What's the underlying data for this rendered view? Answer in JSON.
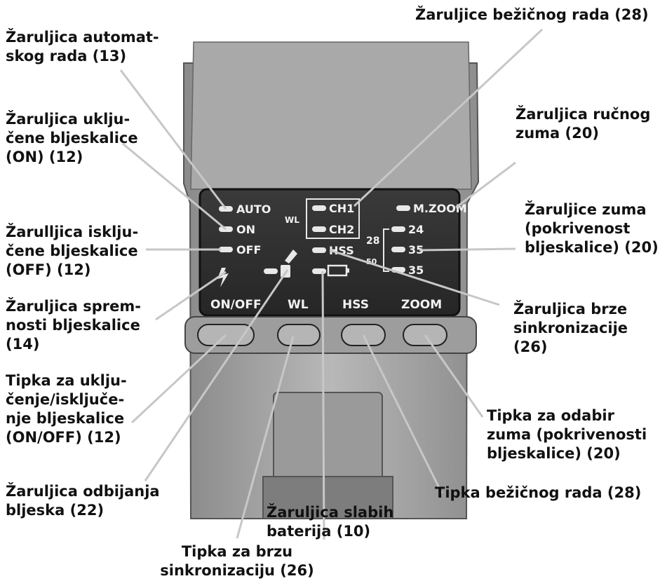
{
  "panel": {
    "indicators": {
      "auto": "AUTO",
      "on": "ON",
      "off": "OFF",
      "wl": "WL",
      "ch1": "CH1",
      "ch2": "CH2",
      "hss": "HSS",
      "mzoom": "M.ZOOM",
      "z24": "24",
      "z35a": "35",
      "z35b": "35",
      "z28": "28",
      "z50": "50"
    },
    "buttons": {
      "onoff": "ON/OFF",
      "wl": "WL",
      "hss": "HSS",
      "zoom": "ZOOM"
    }
  },
  "callouts": {
    "auto_lamp": "Žaruljica automat-\nskog rada (13)",
    "on_lamp": "Žaruljica uklju-\nčene bljeskalice\n(ON) (12)",
    "off_lamp": "Žarulljica isklju-\nčene bljeskalice\n(OFF) (12)",
    "ready_lamp": "Žaruljica sprem-\nnosti bljeskalice\n(14)",
    "onoff_button": "Tipka za uklju-\nčenje/isključe-\nnje bljeskalice\n(ON/OFF) (12)",
    "bounce_lamp": "Žaruljica odbijanja\nbljeska (22)",
    "hss_button": "Tipka za brzu\nsinkronizaciju (26)",
    "battery_lamp": "Žaruljica slabih\nbaterija (10)",
    "wl_button": "Tipka bežičnog rada (28)",
    "zoom_button": "Tipka za odabir\nzuma (pokrivenosti\nbljeskalice) (20)",
    "hss_lamp": "Žaruljica brze\nsinkronizacije (26)",
    "zoom_lamps": "Žaruljice zuma\n(pokrivenost\nbljeskalice) (20)",
    "mzoom_lamp": "Žaruljica ručnog\nzuma (20)",
    "wl_lamps": "Žaruljice bežičnog rada (28)"
  }
}
